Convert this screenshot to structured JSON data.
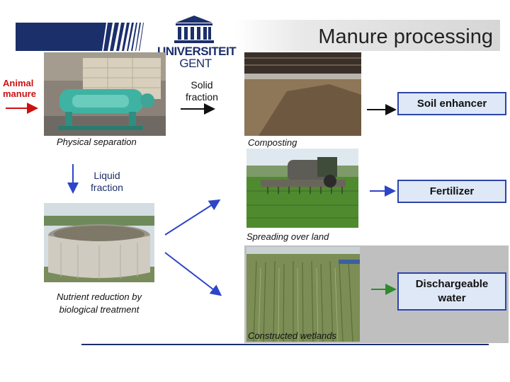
{
  "header": {
    "title": "Manure processing",
    "university_line1": "UNIVERSITEIT",
    "university_line2": "GENT"
  },
  "inputs": {
    "animal_manure": "Animal manure",
    "solid_fraction": "Solid fraction",
    "liquid_fraction": "Liquid fraction"
  },
  "captions": {
    "physical_separation": "Physical separation",
    "composting": "Composting",
    "spreading": "Spreading over land",
    "nutrient_reduction": "Nutrient reduction by biological treatment",
    "wetlands": "Constructed wetlands"
  },
  "outputs": {
    "soil_enhancer": "Soil enhancer",
    "fertilizer": "Fertilizer",
    "dischargeable_water": "Dischargeable water"
  },
  "colors": {
    "brand_blue": "#1b2f6b",
    "arrow_red": "#cc1111",
    "arrow_green": "#2e8b2e",
    "arrow_blue": "#2d45c8",
    "box_border": "#2d45a8"
  }
}
